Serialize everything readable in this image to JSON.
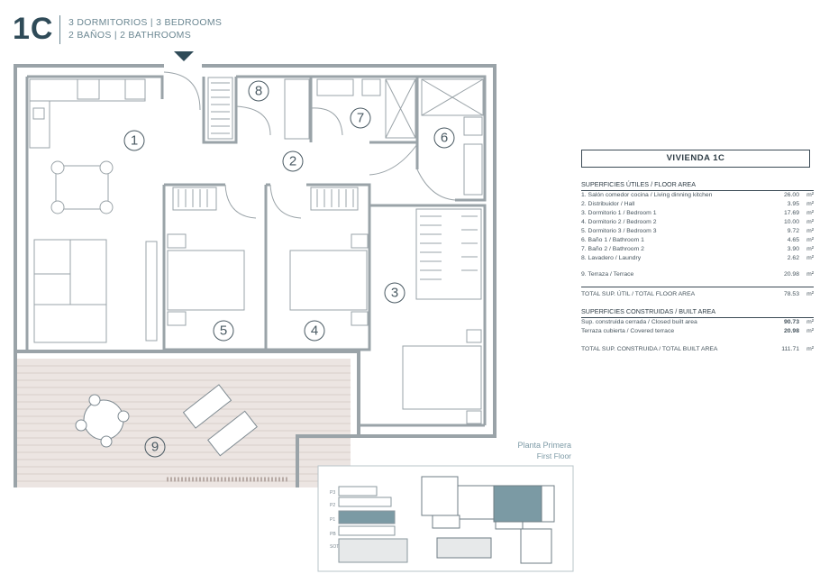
{
  "header": {
    "unit_code": "1C",
    "line1": "3 DORMITORIOS | 3 BEDROOMS",
    "line2": "2 BAÑOS | 2 BATHROOMS"
  },
  "rooms": [
    "1",
    "2",
    "3",
    "4",
    "5",
    "6",
    "7",
    "8",
    "9"
  ],
  "table": {
    "title": "VIVIENDA 1C",
    "floor_area_heading": "SUPERFICIES ÚTILES / FLOOR AREA",
    "rows": [
      {
        "label": "1. Salón comedor cocina / Living dinning kitchen",
        "value": "26.00",
        "unit": "m²"
      },
      {
        "label": "2. Distribuidor / Hall",
        "value": "3.95",
        "unit": "m²"
      },
      {
        "label": "3. Dormitorio 1 / Bedroom 1",
        "value": "17.69",
        "unit": "m²"
      },
      {
        "label": "4. Dormitorio 2 / Bedroom 2",
        "value": "10.00",
        "unit": "m²"
      },
      {
        "label": "5. Dormitorio 3 / Bedroom 3",
        "value": "9.72",
        "unit": "m²"
      },
      {
        "label": "6. Baño 1 / Bathroom 1",
        "value": "4.65",
        "unit": "m²"
      },
      {
        "label": "7. Baño 2 / Bathroom 2",
        "value": "3.90",
        "unit": "m²"
      },
      {
        "label": "8. Lavadero / Laundry",
        "value": "2.62",
        "unit": "m²"
      }
    ],
    "terrace": {
      "label": "9. Terraza / Terrace",
      "value": "20.98",
      "unit": "m²"
    },
    "total_floor": {
      "label": "TOTAL SUP. ÚTIL / TOTAL FLOOR AREA",
      "value": "78.53",
      "unit": "m²"
    },
    "built_area_heading": "SUPERFICIES CONSTRUIDAS / BUILT AREA",
    "built_rows": [
      {
        "label": "Sup. construida cerrada / Closed built area",
        "value": "90.73",
        "unit": "m²"
      },
      {
        "label": "Terraza cubierta / Covered terrace",
        "value": "20.98",
        "unit": "m²"
      }
    ],
    "total_built": {
      "label": "TOTAL SUP. CONSTRUIDA / TOTAL BUILT AREA",
      "value": "111.71",
      "unit": "m²"
    }
  },
  "floor": {
    "title": "Planta Primera",
    "subtitle": "First Floor",
    "levels": [
      "P3",
      "P2",
      "P1",
      "PB",
      "SOT"
    ]
  },
  "colors": {
    "accent": "#2f4b58",
    "highlight": "#7b9aa4",
    "wall": "#9aa3a8"
  }
}
